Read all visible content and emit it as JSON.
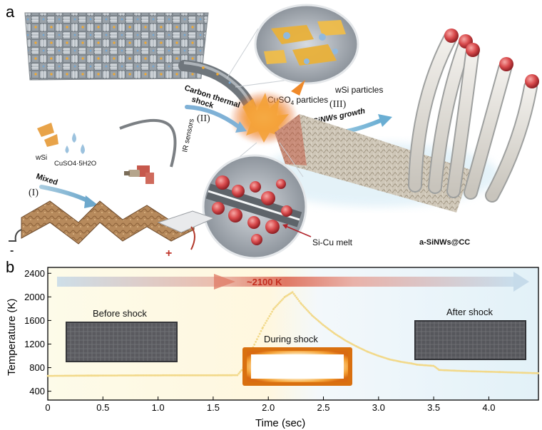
{
  "panel_a": {
    "label": "a",
    "wsi_particles": "wSi particles",
    "cuso4_particles_base": "CuSO",
    "cuso4_particles_sub": "4",
    "cuso4_particles_tail": " particles",
    "carbon_thermal_shock": [
      "Carbon thermal",
      "shock"
    ],
    "step_II": "(II)",
    "step_III": "(III)",
    "sinws_growth": "a-SiNWs growth",
    "wsi": "wSi",
    "cuso4_hydrate": "CuSO4·5H2O",
    "mixed": "Mixed",
    "step_I": "(I)",
    "ir_sensors": "IR sensors",
    "minus": "-",
    "plus": "+",
    "si_cu_melt": "Si-Cu melt",
    "product": "a-SiNWs@CC"
  },
  "panel_b": {
    "label": "b",
    "peak_label": "~2100 K",
    "before_shock": "Before shock",
    "during_shock": "During shock",
    "after_shock": "After shock"
  },
  "chart_data": {
    "type": "scatter",
    "xlabel": "Time (sec)",
    "ylabel": "Temperature (K)",
    "xlim": [
      0,
      4.45
    ],
    "ylim": [
      250,
      2500
    ],
    "xticks": [
      0,
      0.5,
      1.0,
      1.5,
      2.0,
      2.5,
      3.0,
      3.5,
      4.0
    ],
    "xtick_labels": [
      "0",
      "0.5",
      "1.0",
      "1.5",
      "2.0",
      "2.5",
      "3.0",
      "3.5",
      "4.0"
    ],
    "yticks": [
      400,
      800,
      1200,
      1600,
      2000,
      2400
    ],
    "grid": false,
    "color": "#f2d98a",
    "series": [
      {
        "x": [
          0,
          0.4,
          0.8,
          1.2,
          1.5,
          1.72,
          1.76,
          1.85,
          1.95,
          2.05,
          2.15,
          2.22,
          2.3,
          2.4,
          2.5,
          2.6,
          2.7,
          2.8,
          2.9,
          3.0,
          3.1,
          3.2,
          3.3,
          3.35,
          3.5,
          3.55,
          3.8,
          4.1,
          4.45
        ],
        "values": [
          660,
          665,
          668,
          670,
          670,
          672,
          760,
          1100,
          1480,
          1800,
          2000,
          2080,
          1880,
          1680,
          1520,
          1380,
          1260,
          1160,
          1070,
          1000,
          940,
          900,
          870,
          850,
          830,
          760,
          740,
          725,
          705
        ]
      }
    ]
  }
}
